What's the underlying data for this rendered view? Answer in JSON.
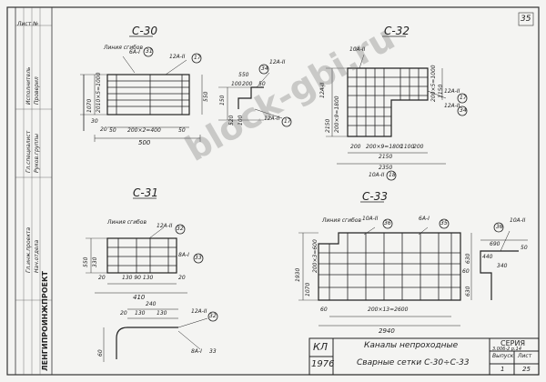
{
  "page_number": "35",
  "sheet_ref": "Лист №",
  "watermark": "block-gbi.ru",
  "drawings": {
    "c30": {
      "title": "С-30",
      "weld_line": "Линия сгибов",
      "bar_top": "6А-I",
      "bar_top_mark": "31",
      "bar_bot": "12А-II",
      "bar_bot_mark": "17",
      "bar_right": "12А-II",
      "bar_right_mark": "34",
      "bar_right2": "12А-II",
      "bar_right2_mark": "17",
      "dim_left": "1070",
      "dim_left2": "2010×5=1000",
      "dim_right": "550",
      "dim_bottom_inner": "200×2=400",
      "dim_bottom_a": "50",
      "dim_bottom_b": "50",
      "dim_bottom": "500",
      "dim_30": "30",
      "dim_20": "20",
      "det_a": "550",
      "det_b": "100",
      "det_c": "50",
      "det_d": "200",
      "det_e": "150",
      "det_f": "520",
      "det_g": "100"
    },
    "c32": {
      "title": "С-32",
      "bar_top": "10А-II",
      "bar_left": "12А-II",
      "bar_right": "12А-II",
      "bar_right_mark": "17",
      "bar_right2": "12А-II",
      "bar_right2_mark": "34",
      "bar_bottom": "10А-II",
      "bar_bottom_mark": "18",
      "dim_left": "2150",
      "dim_left2": "200×9=1800",
      "dim_right": "200×5=1000",
      "dim_right2": "1150",
      "dim_bottom_inner": "200",
      "dim_bottom_a": "200×9=1800",
      "dim_bottom_b": "1100",
      "dim_bottom": "2150",
      "dim_bottom2": "2350",
      "dim_200": "200"
    },
    "c31": {
      "title": "С-31",
      "weld_line": "Линия сгибов",
      "bar_top": "12А-II",
      "bar_top_mark": "32",
      "bar_right": "8А-I",
      "bar_right_mark": "33",
      "dim_left": "550",
      "dim_left2": "330",
      "dim_bottom_inner": "130 90 130",
      "dim_bottom_a": "20",
      "dim_bottom_b": "20",
      "dim_bottom": "410",
      "det_a": "240",
      "det_b": "20",
      "det_c": "130",
      "det_d": "130",
      "det_e": "60",
      "det_bar1": "12А-II",
      "det_bar1_mark": "32",
      "det_bar2": "8А-I",
      "det_bar2_mark": "33"
    },
    "c33": {
      "title": "С-33",
      "weld_line": "Линия сгибов",
      "bar_top": "10А-II",
      "bar_top_mark": "36",
      "bar_top2": "6А-I",
      "bar_top2_mark": "35",
      "bar_right": "10А-II",
      "bar_right_mark": "36",
      "dim_left": "1930",
      "dim_left2": "1070",
      "dim_left3": "200×3=600",
      "dim_bottom_inner": "200×13=2600",
      "dim_bottom_a": "60",
      "dim_bottom": "2940",
      "dim_right_a": "630",
      "dim_right_b": "630",
      "dim_right_c": "60",
      "det_a": "690",
      "det_b": "440",
      "det_c": "340",
      "det_d": "50"
    }
  },
  "stamp": {
    "code": "КЛ",
    "year": "1976",
    "title_line1": "Каналы непроходные",
    "title_line2": "Сварные сетки С-30÷С-33",
    "series_label": "СЕРИЯ",
    "series_value": "3.006-2 р.14",
    "issue_label": "Выпуск",
    "sheet_label": "Лист",
    "issue_value": "1",
    "sheet_value": "25"
  },
  "left_strip": {
    "org": "ЛЕНГИПРОИНЖПРОЕКТ",
    "rows": [
      "Гл.инж.проекта",
      "Нач.отдела",
      "Гл.специалист",
      "Руков.группы",
      "Исполнитель",
      "Проверил"
    ]
  }
}
